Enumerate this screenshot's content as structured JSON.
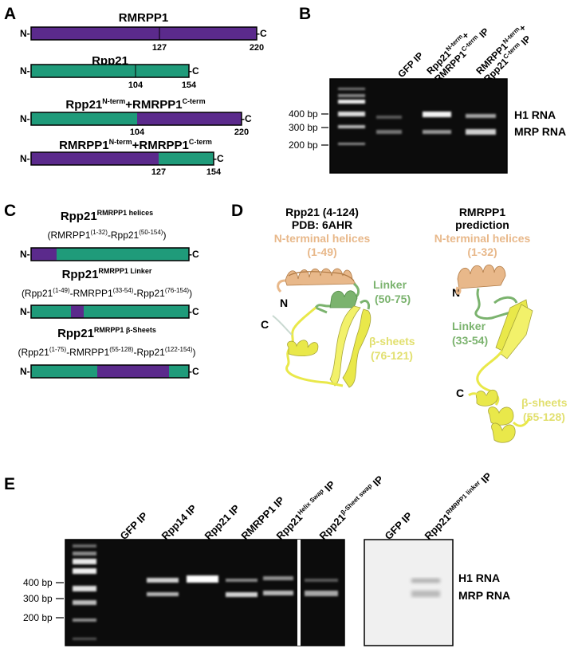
{
  "panels": {
    "A": {
      "label": "A",
      "constructs": [
        {
          "title": "RMRPP1",
          "n": "N-",
          "c": "-C",
          "ticks": [
            "127",
            "220"
          ]
        },
        {
          "title": "Rpp21",
          "n": "N-",
          "c": "-C",
          "ticks": [
            "104",
            "154"
          ]
        },
        {
          "title_base1": "Rpp21",
          "title_sup1": "N-term",
          "title_plus": "+RMRPP1",
          "title_sup2": "C-term",
          "n": "N-",
          "c": "-C",
          "ticks": [
            "104",
            "220"
          ]
        },
        {
          "title_base1": "RMRPP1",
          "title_sup1": "N-term",
          "title_plus": "+RMRPP1",
          "title_sup2": "C-term",
          "n": "N-",
          "c": "-C",
          "ticks": [
            "127",
            "154"
          ]
        }
      ]
    },
    "B": {
      "label": "B",
      "lanes": [
        {
          "text": "GFP IP"
        },
        {
          "line1": "Rpp21",
          "line1_sup": "N-term",
          "line1_end": "+",
          "line2": "RMRPP1",
          "line2_sup": "C-term",
          "line2_end": " IP"
        },
        {
          "line1": "RMRPP1",
          "line1_sup": "N-term",
          "line1_end": "+",
          "line2": "Rpp21",
          "line2_sup": "C-term",
          "line2_end": " IP"
        }
      ],
      "markers": [
        "400 bp",
        "300 bp",
        "200 bp"
      ],
      "bands": [
        "H1 RNA",
        "MRP RNA"
      ]
    },
    "C": {
      "label": "C",
      "constructs": [
        {
          "title": "Rpp21",
          "title_sup": "RMRPP1 helices",
          "sub": "(RMRPP1",
          "sub_sup1": "(1-32)",
          "sub_mid": "-Rpp21",
          "sub_sup2": "(50-154)",
          "sub_end": ")",
          "n": "N-",
          "c": "-C"
        },
        {
          "title": "Rpp21",
          "title_sup": "RMRPP1 Linker",
          "sub": "(Rpp21",
          "sub_sup1": "(1-49)",
          "sub_mid": "-RMRPP1",
          "sub_sup2": "(33-54)",
          "sub_mid2": "-Rpp21",
          "sub_sup3": "(76-154)",
          "sub_end": ")",
          "n": "N-",
          "c": "-C"
        },
        {
          "title": "Rpp21",
          "title_sup": "RMRPP1 β-Sheets",
          "sub": "(Rpp21",
          "sub_sup1": "(1-75)",
          "sub_mid": "-RMRPP1",
          "sub_sup2": "(55-128)",
          "sub_mid2": "-Rpp21",
          "sub_sup3": "(122-154)",
          "sub_end": ")",
          "n": "N-",
          "c": "-C"
        }
      ]
    },
    "D": {
      "label": "D",
      "left": {
        "title1": "Rpp21 (4-124)",
        "title2": "PDB: 6AHR",
        "helices": "N-terminal helices",
        "helices_range": "(1-49)",
        "linker": "Linker",
        "linker_range": "(50-75)",
        "sheets": "β-sheets",
        "sheets_range": "(76-121)",
        "n": "N",
        "c": "C"
      },
      "right": {
        "title1": "RMRPP1",
        "title2": "prediction",
        "helices": "N-terminal helices",
        "helices_range": "(1-32)",
        "linker": "Linker",
        "linker_range": "(33-54)",
        "sheets": "β-sheets",
        "sheets_range": "(55-128)",
        "n": "N",
        "c": "C"
      }
    },
    "E": {
      "label": "E",
      "lanes": [
        {
          "base": "GFP IP"
        },
        {
          "base": "Rpp14 IP"
        },
        {
          "base": "Rpp21 IP"
        },
        {
          "base": "RMRPP1 IP"
        },
        {
          "base": "Rpp21",
          "sup": "Helix Swap",
          "end": " IP"
        },
        {
          "base": "Rpp21",
          "sup": "β-Sheet swap",
          "end": " IP"
        },
        {
          "base": "GFP IP"
        },
        {
          "base": "Rpp21",
          "sup": "RMRPP1 linker",
          "end": " IP"
        }
      ],
      "markers": [
        "400 bp",
        "300 bp",
        "200 bp"
      ],
      "bands": [
        "H1 RNA",
        "MRP RNA"
      ]
    }
  },
  "colors": {
    "purple": "#5b2a8c",
    "green": "#1f9b7a",
    "orange": "#e8b88a",
    "linker_green": "#7bb36e",
    "yellow": "#e9e84a"
  }
}
